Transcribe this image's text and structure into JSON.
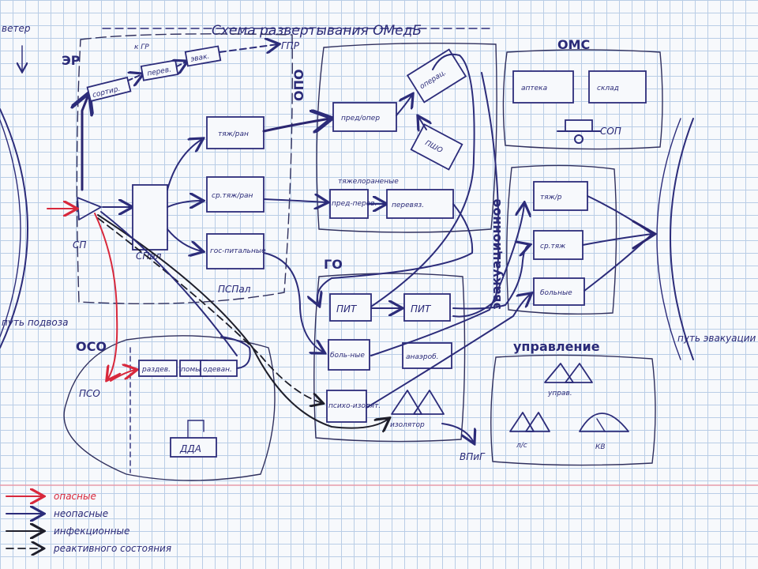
{
  "title": "Схема развертывания ОМедБ",
  "wind": "ветер",
  "sections": {
    "er": "ЭР",
    "ops": "ОПО",
    "oms": "ОМС",
    "go": "ГО",
    "evac": "эвакуационное",
    "oso": "ОСО",
    "control": "управление",
    "pspal": "ПСПал"
  },
  "nodes": {
    "sp": "СП",
    "spal": "СПал",
    "pso": "ПСО",
    "gr": "к ГР",
    "sortirovka": "сортир.",
    "perev": "перев.",
    "evak_top": "эвак.",
    "tyazh": "тяж/ран",
    "sr_tyazh": "ср.тяж/ран",
    "gospit": "гос-питальные",
    "pred_oper": "пред/опер",
    "operats": "операц.",
    "psho": "ПШО",
    "tyazh_ranen": "тяжелораненые",
    "pred_perev": "пред-перев.",
    "perevyaz": "перевяз.",
    "aptek": "аптека",
    "sklad": "склад",
    "sop": "СОП",
    "tyazh_r": "тяж/р",
    "sr_tyazh_r": "ср.тяж",
    "legko": "больные",
    "pit1": "ПИТ",
    "pit2": "ПИТ",
    "bolnye": "боль-ные",
    "anaer": "анаэроб.",
    "psikho": "психо-изолят.",
    "izolyator": "изолятор",
    "ozdelka": "раздев.",
    "sanit": "помывка",
    "odezhda": "одеван.",
    "dda": "ДДА",
    "upr": "управ.",
    "ls": "л/с",
    "kv": "КВ",
    "gpr": "ГПР",
    "vpig": "ВПиГ"
  },
  "roads": {
    "left": "путь подвоза",
    "right": "путь эвакуации"
  },
  "legend": [
    {
      "label": "опасные",
      "color": "#d8283c",
      "style": "solid"
    },
    {
      "label": "неопасные",
      "color": "#2c2c7a",
      "style": "solid"
    },
    {
      "label": "инфекционные",
      "color": "#1e1e2a",
      "style": "solid"
    },
    {
      "label": "реактивного состояния",
      "color": "#1e1e2a",
      "style": "dashed"
    }
  ]
}
